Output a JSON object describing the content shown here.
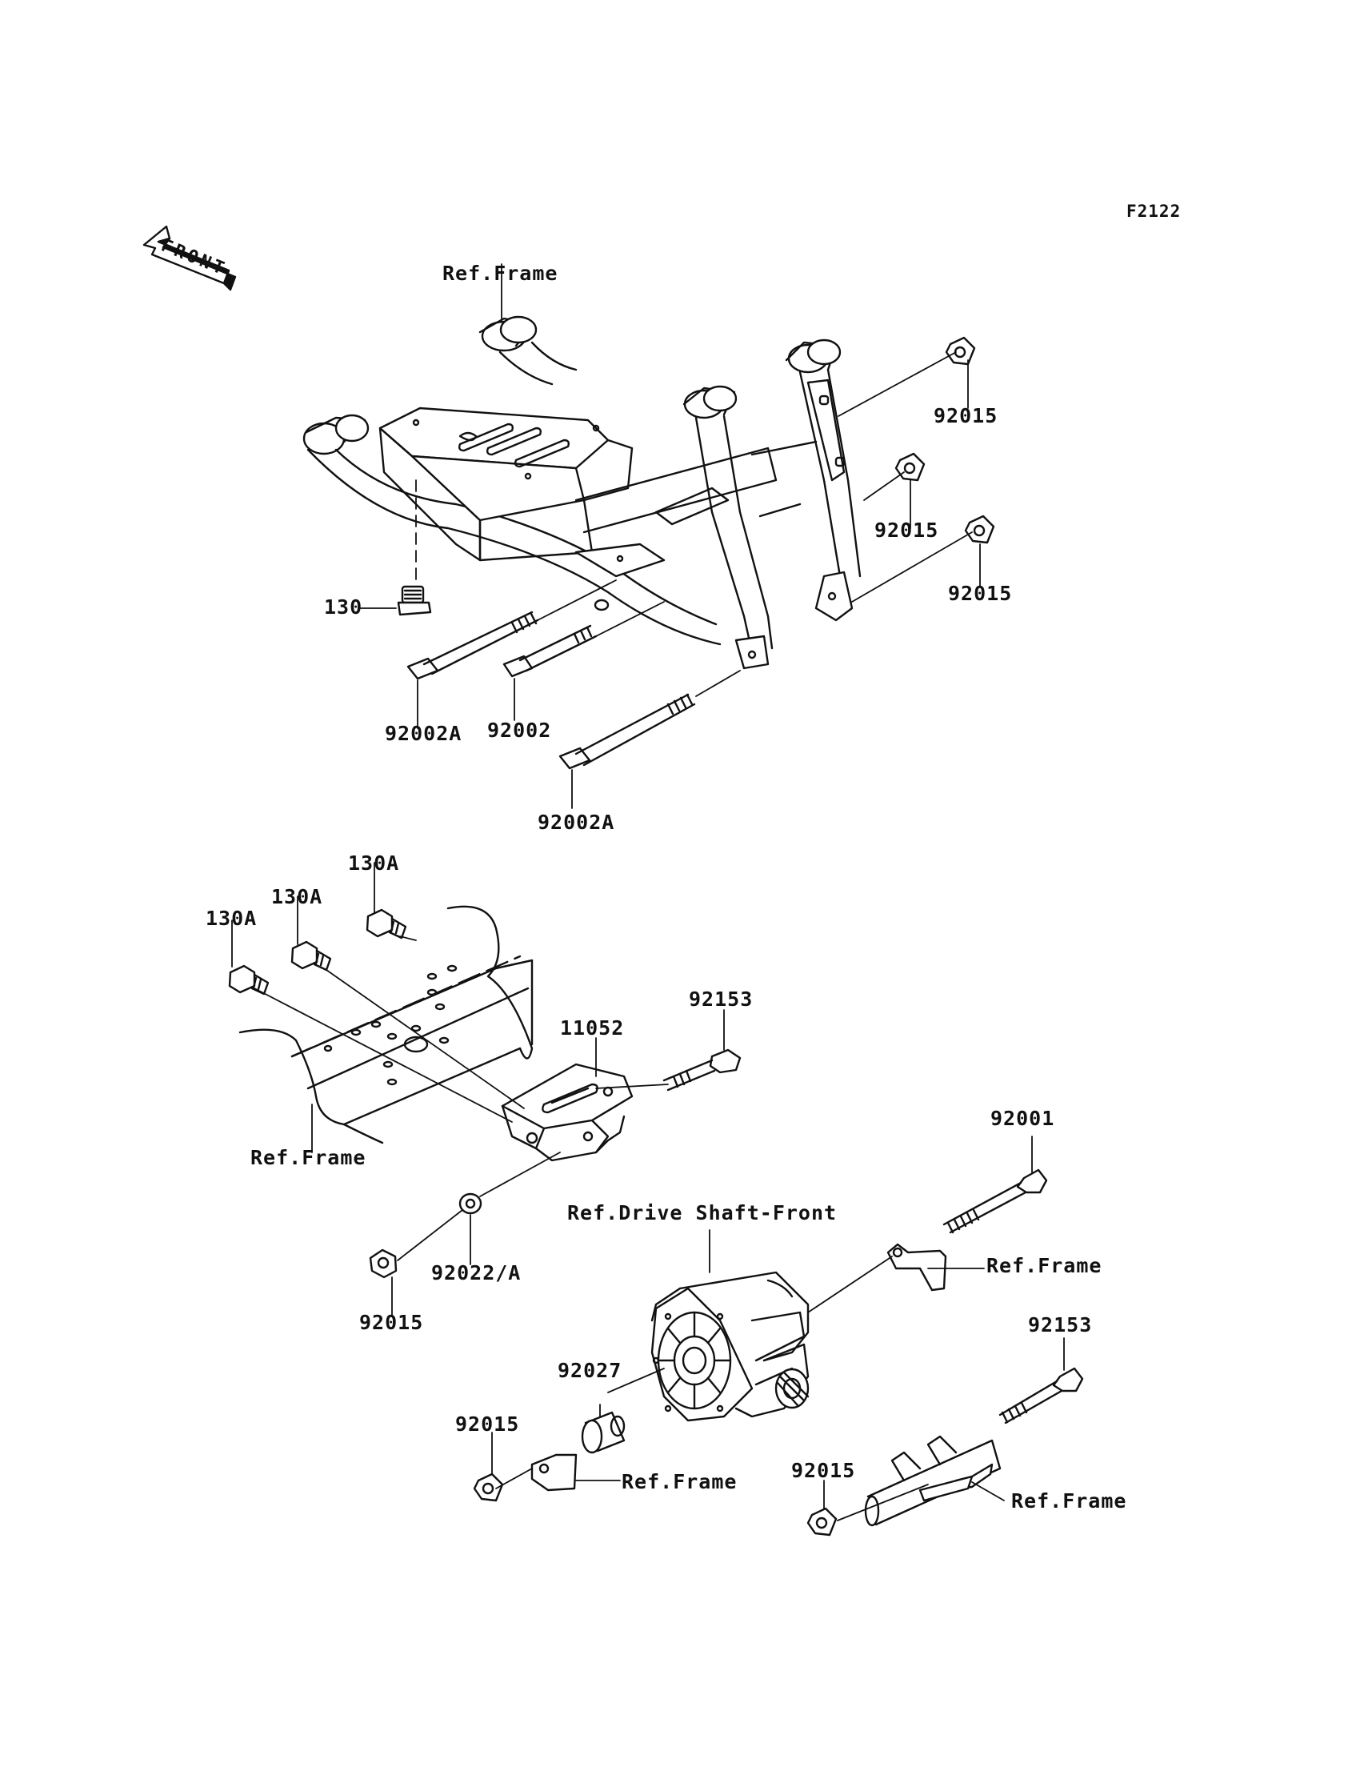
{
  "diagram": {
    "figure_id": "F2122",
    "front_arrow_text": "FRONT",
    "labels": {
      "ref_frame_top": "Ref.Frame",
      "p92015_a": "92015",
      "p92015_b": "92015",
      "p92015_c": "92015",
      "p130": "130",
      "p92002A_a": "92002A",
      "p92002": "92002",
      "p92002A_b": "92002A",
      "p130A_a": "130A",
      "p130A_b": "130A",
      "p130A_c": "130A",
      "p92153_a": "92153",
      "p11052": "11052",
      "ref_frame_mid": "Ref.Frame",
      "p92001": "92001",
      "ref_drive_shaft": "Ref.Drive Shaft-Front",
      "ref_frame_right": "Ref.Frame",
      "p92022A": "92022/A",
      "p92015_d": "92015",
      "p92153_b": "92153",
      "p92027": "92027",
      "p92015_e": "92015",
      "ref_frame_low": "Ref.Frame",
      "p92015_f": "92015",
      "ref_frame_bottom_right": "Ref.Frame"
    }
  }
}
